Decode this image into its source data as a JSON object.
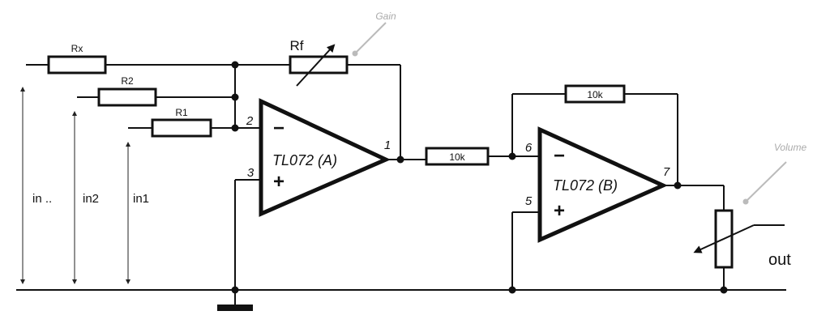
{
  "resistors": {
    "rx": "Rx",
    "r2": "R2",
    "r1": "R1",
    "rf": "Rf",
    "r_mid": "10k",
    "r_fb": "10k"
  },
  "opamps": {
    "a": "TL072 (A)",
    "b": "TL072 (B)",
    "minus": "−",
    "plus": "+"
  },
  "pins": {
    "a_inv": "2",
    "a_noninv": "3",
    "a_out": "1",
    "b_inv": "6",
    "b_noninv": "5",
    "b_out": "7"
  },
  "inputs": {
    "in_n": "in ..",
    "in2": "in2",
    "in1": "in1"
  },
  "annotations": {
    "gain": "Gain",
    "volume": "Volume"
  },
  "output": "out",
  "colors": {
    "line": "#111111",
    "annotation": "#aaaaaa"
  }
}
